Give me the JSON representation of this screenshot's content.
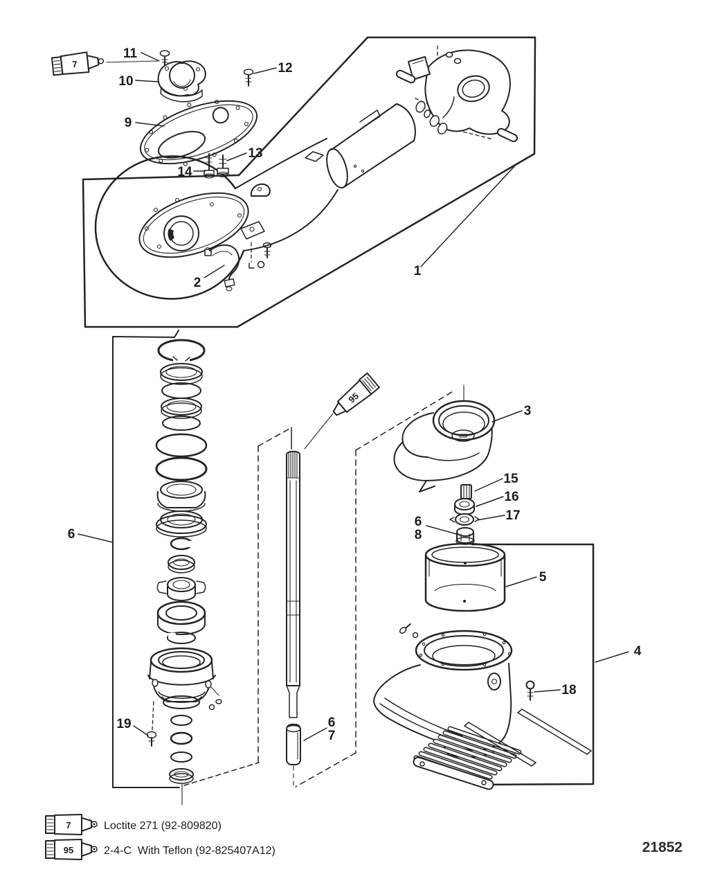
{
  "drawing_number": "21852",
  "tubes": {
    "loctite_label": "7",
    "teflon_label": "95"
  },
  "legend": {
    "rows": [
      {
        "tube": "7",
        "text": "Loctite 271 (92-809820)"
      },
      {
        "tube": "95",
        "text": "2-4-C  With Teflon (92-825407A12)"
      }
    ]
  },
  "callouts": {
    "n1": "1",
    "n2": "2",
    "n3": "3",
    "n4": "4",
    "n5": "5",
    "n6_stack": "6",
    "n6_nut": "6",
    "n6_shaft": "6",
    "n7_shaft": "7",
    "n8": "8",
    "n9": "9",
    "n10": "10",
    "n11": "11",
    "n12": "12",
    "n13": "13",
    "n14": "14",
    "n15": "15",
    "n16": "16",
    "n17": "17",
    "n18": "18",
    "n19": "19"
  }
}
